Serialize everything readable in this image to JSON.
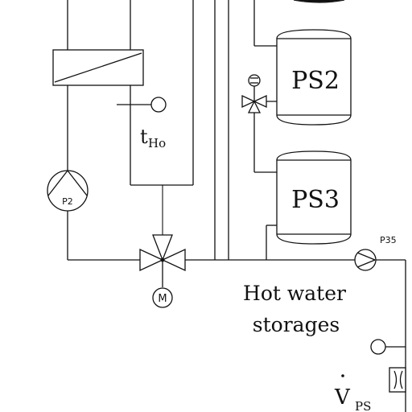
{
  "labels": {
    "storage_2": "PS2",
    "storage_3": "PS3",
    "pump_left": "P2",
    "pump_right": "P35",
    "motor": "M",
    "temp_symbol": "t",
    "temp_subscript": "Ho",
    "caption_line1": "Hot water",
    "caption_line2": "storages",
    "flow_symbol": "V",
    "flow_subscript": "PS"
  }
}
